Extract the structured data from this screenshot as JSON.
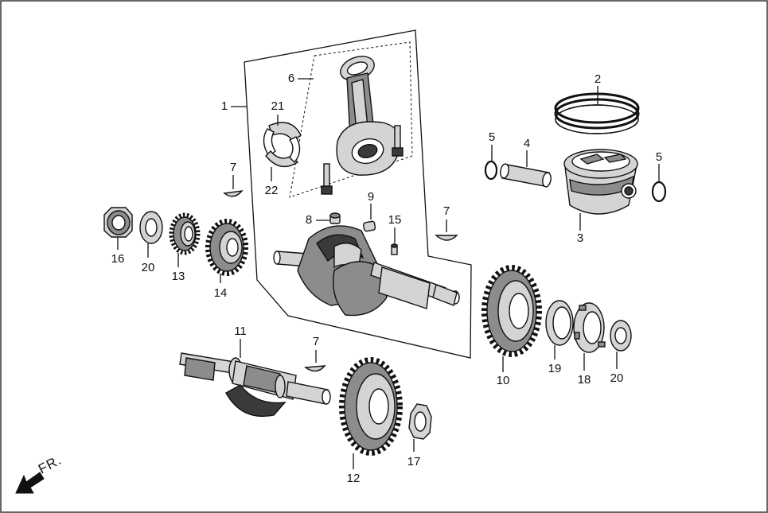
{
  "diagram": {
    "callouts": [
      {
        "id": "c1",
        "text": "1"
      },
      {
        "id": "c2",
        "text": "2"
      },
      {
        "id": "c3",
        "text": "3"
      },
      {
        "id": "c4",
        "text": "4"
      },
      {
        "id": "c5a",
        "text": "5"
      },
      {
        "id": "c5b",
        "text": "5"
      },
      {
        "id": "c6",
        "text": "6"
      },
      {
        "id": "c7a",
        "text": "7"
      },
      {
        "id": "c7b",
        "text": "7"
      },
      {
        "id": "c7c",
        "text": "7"
      },
      {
        "id": "c8",
        "text": "8"
      },
      {
        "id": "c9",
        "text": "9"
      },
      {
        "id": "c10",
        "text": "10"
      },
      {
        "id": "c11",
        "text": "11"
      },
      {
        "id": "c12",
        "text": "12"
      },
      {
        "id": "c13",
        "text": "13"
      },
      {
        "id": "c14",
        "text": "14"
      },
      {
        "id": "c15",
        "text": "15"
      },
      {
        "id": "c16",
        "text": "16"
      },
      {
        "id": "c17",
        "text": "17"
      },
      {
        "id": "c18",
        "text": "18"
      },
      {
        "id": "c19",
        "text": "19"
      },
      {
        "id": "c20a",
        "text": "20"
      },
      {
        "id": "c20b",
        "text": "20"
      },
      {
        "id": "c21",
        "text": "21"
      },
      {
        "id": "c22",
        "text": "22"
      }
    ],
    "front_indicator": {
      "label": "FR.",
      "icon": "front-direction-arrow"
    }
  }
}
